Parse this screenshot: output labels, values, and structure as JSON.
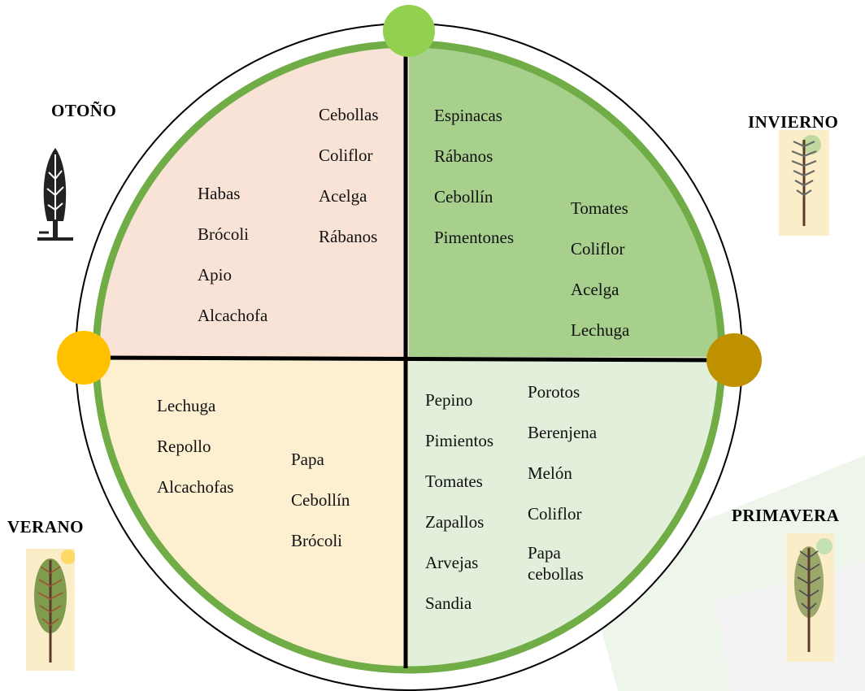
{
  "colors": {
    "autumn_fill": "#f9e3d6",
    "winter_fill": "#a8d08d",
    "summer_fill": "#fdf0d0",
    "spring_fill": "#e2efda",
    "ring_green": "#70ad47",
    "outer_ring": "#000000",
    "node_top": "#92d050",
    "node_left": "#ffc000",
    "node_right": "#bf9000"
  },
  "seasons": {
    "autumn": {
      "label": "OTOÑO"
    },
    "winter": {
      "label": "INVIERNO"
    },
    "summer": {
      "label": "VERANO"
    },
    "spring": {
      "label": "PRIMAVERA"
    }
  },
  "quadrants": {
    "autumn": {
      "col1": [
        "Habas",
        "Brócoli",
        "Apio",
        "Alcachofa"
      ],
      "col2": [
        "Cebollas",
        "Coliflor",
        "Acelga",
        "Rábanos"
      ]
    },
    "winter": {
      "col1": [
        "Espinacas",
        "Rábanos",
        "Cebollín",
        "Pimentones"
      ],
      "col2": [
        "Tomates",
        "Coliflor",
        "Acelga",
        "Lechuga"
      ]
    },
    "summer": {
      "col1": [
        "Lechuga",
        "Repollo",
        "Alcachofas"
      ],
      "col2": [
        "Papa",
        "Cebollín",
        "Brócoli"
      ]
    },
    "spring": {
      "col1": [
        "Pepino",
        "Pimientos",
        "Tomates",
        "Zapallos",
        "Arvejas",
        "Sandia"
      ],
      "col2": [
        "Porotos",
        "Berenjena",
        "Melón",
        "Coliflor",
        "Papa",
        "cebollas"
      ]
    }
  },
  "icons": {
    "autumn_tree": "bare-tree-icon",
    "winter_tree": "sprouting-tree-icon",
    "summer_tree": "leafy-tree-icon",
    "spring_tree": "budding-tree-icon"
  }
}
